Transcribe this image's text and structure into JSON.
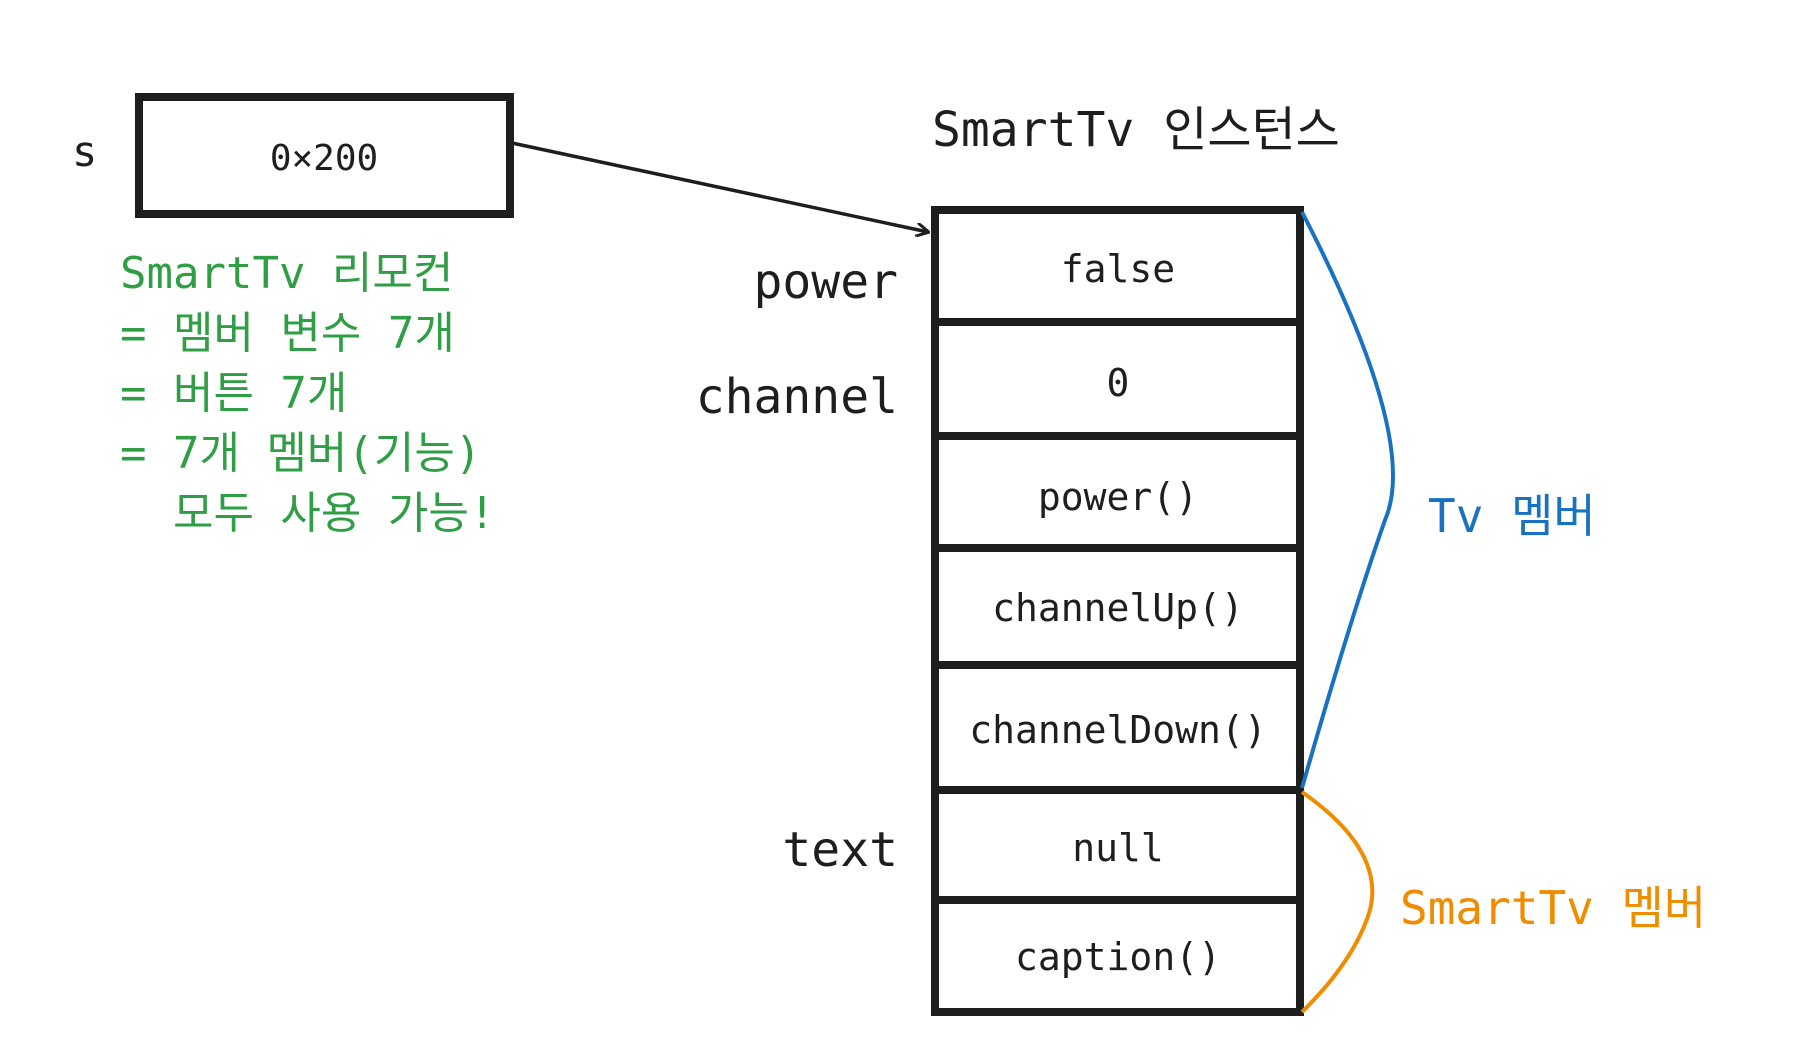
{
  "colors": {
    "ink": "#1e1e1e",
    "note_green": "#2f9e44",
    "tv_blue": "#1971c2",
    "smarttv_orange": "#f08c00"
  },
  "reference": {
    "name": "s",
    "value": "0×200"
  },
  "note": {
    "lines": [
      "SmartTv 리모컨",
      "= 멤버 변수 7개",
      "= 버튼 7개",
      "= 7개 멤버(기능)",
      "  모두 사용 가능!"
    ]
  },
  "instance": {
    "title": "SmartTv 인스턴스",
    "cells": [
      {
        "label": "power",
        "value": "false"
      },
      {
        "label": "channel",
        "value": "0"
      },
      {
        "label": "",
        "value": "power()"
      },
      {
        "label": "",
        "value": "channelUp()"
      },
      {
        "label": "",
        "value": "channelDown()"
      },
      {
        "label": "text",
        "value": "null"
      },
      {
        "label": "",
        "value": "caption()"
      }
    ]
  },
  "groups": {
    "tv_members": "Tv 멤버",
    "smarttv_members": "SmartTv 멤버"
  }
}
